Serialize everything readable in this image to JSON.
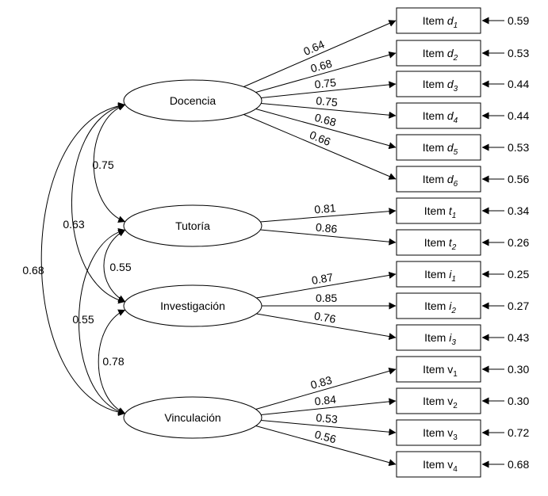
{
  "factors": [
    {
      "id": "docencia",
      "label": "Docencia"
    },
    {
      "id": "tutoria",
      "label": "Tutoría"
    },
    {
      "id": "investigacion",
      "label": "Investigación"
    },
    {
      "id": "vinculacion",
      "label": "Vinculación"
    }
  ],
  "items": [
    {
      "factor": "docencia",
      "prefix": "Item ",
      "var": "d",
      "sub": "1",
      "italic": true,
      "loading": "0.64",
      "error": "0.59"
    },
    {
      "factor": "docencia",
      "prefix": "Item ",
      "var": "d",
      "sub": "2",
      "italic": true,
      "loading": "0.68",
      "error": "0.53"
    },
    {
      "factor": "docencia",
      "prefix": "Item ",
      "var": "d",
      "sub": "3",
      "italic": true,
      "loading": "0.75",
      "error": "0.44"
    },
    {
      "factor": "docencia",
      "prefix": "Item ",
      "var": "d",
      "sub": "4",
      "italic": true,
      "loading": "0.75",
      "error": "0.44"
    },
    {
      "factor": "docencia",
      "prefix": "Item ",
      "var": "d",
      "sub": "5",
      "italic": true,
      "loading": "0.68",
      "error": "0.53"
    },
    {
      "factor": "docencia",
      "prefix": "Item ",
      "var": "d",
      "sub": "6",
      "italic": true,
      "loading": "0.66",
      "error": "0.56"
    },
    {
      "factor": "tutoria",
      "prefix": "Item ",
      "var": "t",
      "sub": "1",
      "italic": true,
      "loading": "0.81",
      "error": "0.34"
    },
    {
      "factor": "tutoria",
      "prefix": "Item ",
      "var": "t",
      "sub": "2",
      "italic": true,
      "loading": "0.86",
      "error": "0.26"
    },
    {
      "factor": "investigacion",
      "prefix": "Item ",
      "var": "i",
      "sub": "1",
      "italic": true,
      "loading": "0.87",
      "error": "0.25"
    },
    {
      "factor": "investigacion",
      "prefix": "Item ",
      "var": "i",
      "sub": "2",
      "italic": true,
      "loading": "0.85",
      "error": "0.27"
    },
    {
      "factor": "investigacion",
      "prefix": "Item ",
      "var": "i",
      "sub": "3",
      "italic": true,
      "loading": "0.76",
      "error": "0.43"
    },
    {
      "factor": "vinculacion",
      "prefix": "Item ",
      "var": "v",
      "sub": "1",
      "italic": false,
      "loading": "0.83",
      "error": "0.30"
    },
    {
      "factor": "vinculacion",
      "prefix": "Item ",
      "var": "v",
      "sub": "2",
      "italic": false,
      "loading": "0.84",
      "error": "0.30"
    },
    {
      "factor": "vinculacion",
      "prefix": "Item ",
      "var": "v",
      "sub": "3",
      "italic": false,
      "loading": "0.53",
      "error": "0.72"
    },
    {
      "factor": "vinculacion",
      "prefix": "Item ",
      "var": "v",
      "sub": "4",
      "italic": false,
      "loading": "0.56",
      "error": "0.68"
    }
  ],
  "correlations": [
    {
      "from": "docencia",
      "to": "tutoria",
      "value": "0.75"
    },
    {
      "from": "docencia",
      "to": "investigacion",
      "value": "0.63"
    },
    {
      "from": "docencia",
      "to": "vinculacion",
      "value": "0.68"
    },
    {
      "from": "tutoria",
      "to": "investigacion",
      "value": "0.55"
    },
    {
      "from": "tutoria",
      "to": "vinculacion",
      "value": "0.55"
    },
    {
      "from": "investigacion",
      "to": "vinculacion",
      "value": "0.78"
    }
  ]
}
